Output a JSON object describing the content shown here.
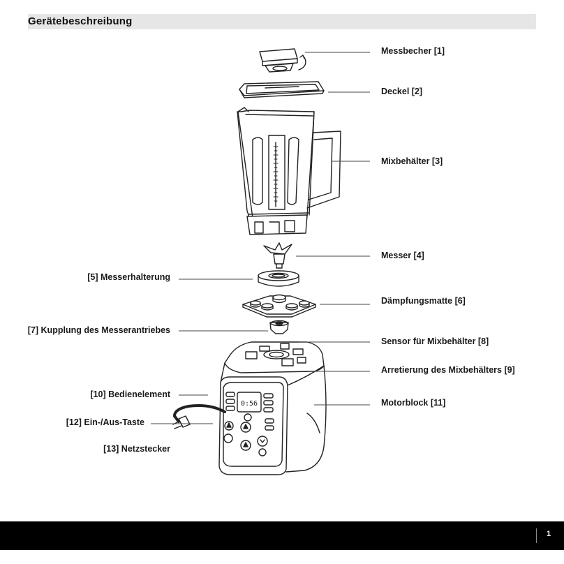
{
  "header": {
    "title": "Gerätebeschreibung"
  },
  "labels": {
    "l1": "Messbecher [1]",
    "l2": "Deckel [2]",
    "l3": "Mixbehälter [3]",
    "l4": "Messer [4]",
    "l5": "[5] Messerhalterung",
    "l6": "Dämpfungsmatte [6]",
    "l7": "[7] Kupplung des Messerantriebes",
    "l8": "Sensor für Mixbehälter [8]",
    "l9": "Arretierung des Mixbehälters [9]",
    "l10": "[10] Bedienelement",
    "l11": "Motorblock [11]",
    "l12": "[12] Ein-/Aus-Taste",
    "l13": "[13] Netzstecker"
  },
  "display": {
    "time": "0:56"
  },
  "footer": {
    "page_number": "1"
  }
}
